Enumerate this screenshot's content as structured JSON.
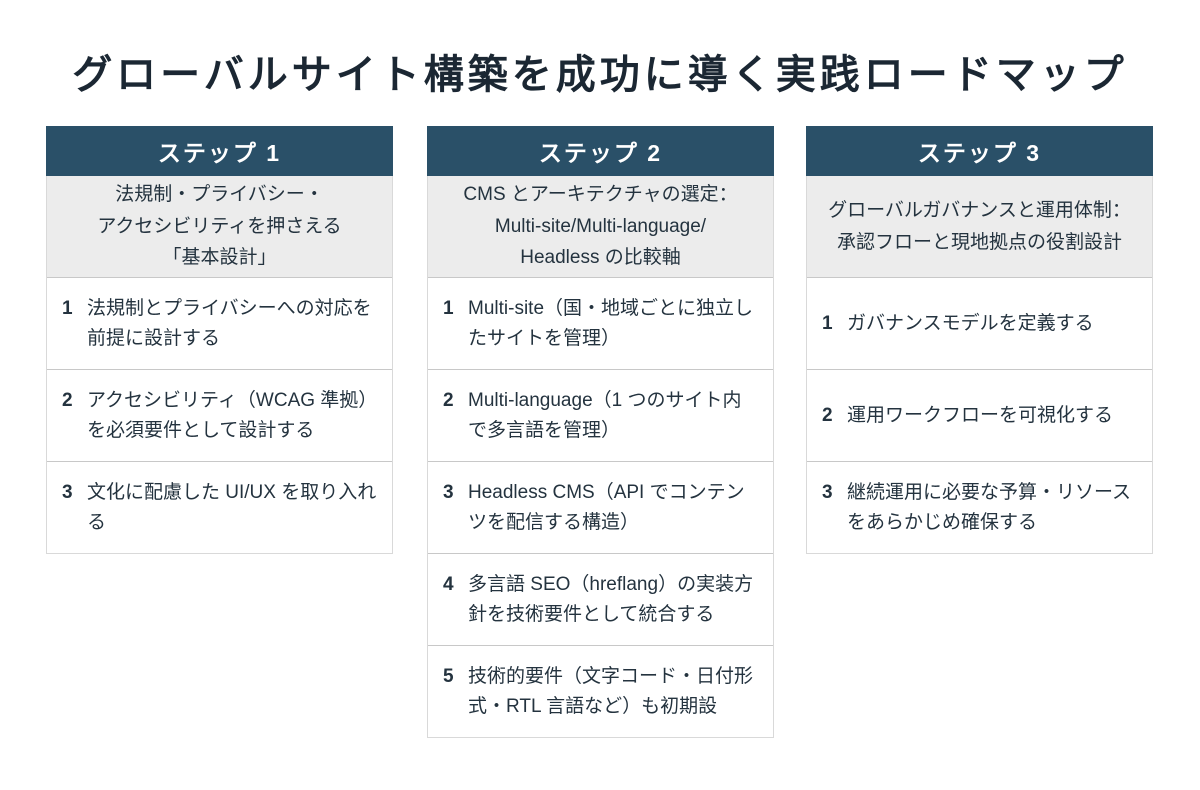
{
  "title": "グローバルサイト構築を成功に導く実践ロードマップ",
  "colors": {
    "header_bg": "#2a5068",
    "subtitle_bg": "#ececec",
    "border": "#c8c8c8",
    "text": "#24333f",
    "background": "#ffffff"
  },
  "columns": [
    {
      "header": "ステップ 1",
      "subtitle": "法規制・プライバシー・\nアクセシビリティを押さえる\n「基本設計」",
      "items": [
        {
          "num": "1",
          "text": "法規制とプライバシーへの対応を前提に設計する"
        },
        {
          "num": "2",
          "text": "アクセシビリティ（WCAG 準拠）を必須要件として設計する"
        },
        {
          "num": "3",
          "text": "文化に配慮した UI/UX を取り入れる"
        }
      ]
    },
    {
      "header": "ステップ 2",
      "subtitle": "CMS とアーキテクチャの選定：\nMulti-site/Multi-language/\nHeadless の比較軸",
      "items": [
        {
          "num": "1",
          "text": "Multi-site（国・地域ごとに独立したサイトを管理）"
        },
        {
          "num": "2",
          "text": "Multi-language（1 つのサイト内で多言語を管理）"
        },
        {
          "num": "3",
          "text": "Headless CMS（API でコンテンツを配信する構造）"
        },
        {
          "num": "4",
          "text": "多言語 SEO（hreflang）の実装方針を技術要件として統合する"
        },
        {
          "num": "5",
          "text": "技術的要件（文字コード・日付形式・RTL 言語など）も初期設"
        }
      ]
    },
    {
      "header": "ステップ 3",
      "subtitle": "グローバルガバナンスと運用体制：\n承認フローと現地拠点の役割設計",
      "items": [
        {
          "num": "1",
          "text": "ガバナンスモデルを定義する"
        },
        {
          "num": "2",
          "text": "運用ワークフローを可視化する"
        },
        {
          "num": "3",
          "text": "継続運用に必要な予算・リソースをあらかじめ確保する"
        }
      ]
    }
  ]
}
